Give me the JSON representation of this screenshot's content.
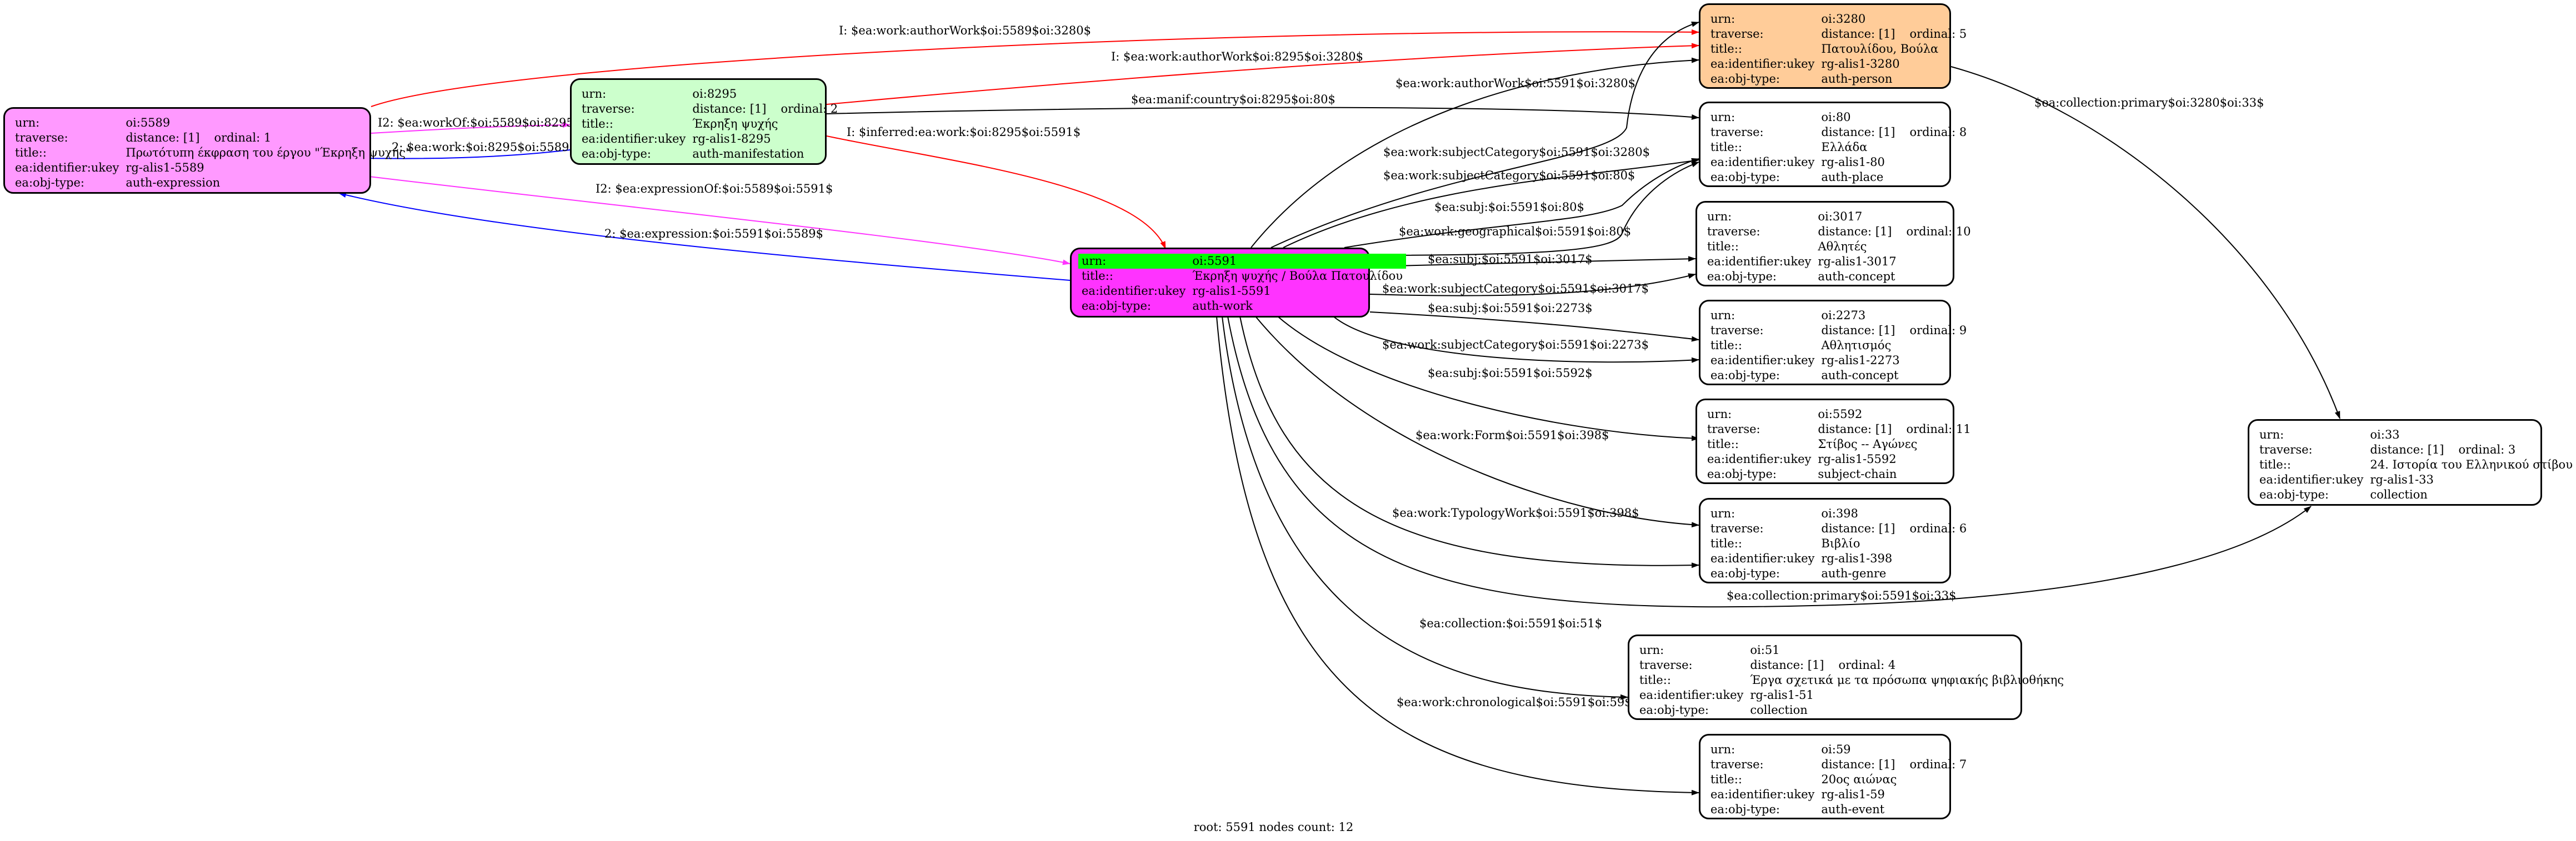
{
  "labels": {
    "urn": "urn:",
    "traverse": "traverse:",
    "title": "title::",
    "ukey": "ea:identifier:ukey",
    "objtype": "ea:obj-type:"
  },
  "colors": {
    "expression": "#ff99ff",
    "manifestation": "#ccffcc",
    "work": "#ff33ff",
    "person": "#ffcc99",
    "plain": "#ffffff",
    "highlight": "#00ff00",
    "red": "#ff0000",
    "magenta": "#ff33ff",
    "blue": "#0000ff",
    "black": "#000000"
  },
  "nodes": {
    "n5589": {
      "urn": "oi:5589",
      "distance": "distance: [1]",
      "ordinal": "ordinal: 1",
      "title": "Πρωτότυπη έκφραση του έργου \"Έκρηξη ψυχής\"",
      "ukey": "rg-alis1-5589",
      "objtype": "auth-expression"
    },
    "n8295": {
      "urn": "oi:8295",
      "distance": "distance: [1]",
      "ordinal": "ordinal: 2",
      "title": "Έκρηξη ψυχής",
      "ukey": "rg-alis1-8295",
      "objtype": "auth-manifestation"
    },
    "n5591": {
      "urn": "oi:5591",
      "title": "Έκρηξη ψυχής / Βούλα Πατουλίδου",
      "ukey": "rg-alis1-5591",
      "objtype": "auth-work"
    },
    "n3280": {
      "urn": "oi:3280",
      "distance": "distance: [1]",
      "ordinal": "ordinal: 5",
      "title": "Πατουλίδου, Βούλα",
      "ukey": "rg-alis1-3280",
      "objtype": "auth-person"
    },
    "n80": {
      "urn": "oi:80",
      "distance": "distance: [1]",
      "ordinal": "ordinal: 8",
      "title": "Ελλάδα",
      "ukey": "rg-alis1-80",
      "objtype": "auth-place"
    },
    "n3017": {
      "urn": "oi:3017",
      "distance": "distance: [1]",
      "ordinal": "ordinal: 10",
      "title": "Αθλητές",
      "ukey": "rg-alis1-3017",
      "objtype": "auth-concept"
    },
    "n2273": {
      "urn": "oi:2273",
      "distance": "distance: [1]",
      "ordinal": "ordinal: 9",
      "title": "Αθλητισμός",
      "ukey": "rg-alis1-2273",
      "objtype": "auth-concept"
    },
    "n5592": {
      "urn": "oi:5592",
      "distance": "distance: [1]",
      "ordinal": "ordinal: 11",
      "title": "Στίβος -- Αγώνες",
      "ukey": "rg-alis1-5592",
      "objtype": "subject-chain"
    },
    "n398": {
      "urn": "oi:398",
      "distance": "distance: [1]",
      "ordinal": "ordinal: 6",
      "title": "Βιβλίο",
      "ukey": "rg-alis1-398",
      "objtype": "auth-genre"
    },
    "n51": {
      "urn": "oi:51",
      "distance": "distance: [1]",
      "ordinal": "ordinal: 4",
      "title": "Έργα σχετικά με τα πρόσωπα ψηφιακής βιβλιοθήκης",
      "ukey": "rg-alis1-51",
      "objtype": "collection"
    },
    "n59": {
      "urn": "oi:59",
      "distance": "distance: [1]",
      "ordinal": "ordinal: 7",
      "title": "20ος αιώνας",
      "ukey": "rg-alis1-59",
      "objtype": "auth-event"
    },
    "n33": {
      "urn": "oi:33",
      "distance": "distance: [1]",
      "ordinal": "ordinal: 3",
      "title": "24. Ιστορία του Ελληνικού στίβου",
      "ukey": "rg-alis1-33",
      "objtype": "collection"
    }
  },
  "edges": {
    "e1": "I: $ea:work:authorWork$oi:5589$oi:3280$",
    "e2": "I: $ea:work:authorWork$oi:8295$oi:3280$",
    "e3": "I2: $ea:workOf:$oi:5589$oi:8295$",
    "e4": "2: $ea:work:$oi:8295$oi:5589$",
    "e5": "I: $inferred:ea:work:$oi:8295$oi:5591$",
    "e6": "$ea:manif:country$oi:8295$oi:80$",
    "e7": "I2: $ea:expressionOf:$oi:5589$oi:5591$",
    "e8": "2: $ea:expression:$oi:5591$oi:5589$",
    "e9": "$ea:work:authorWork$oi:5591$oi:3280$",
    "e10": "$ea:work:subjectCategory$oi:5591$oi:3280$",
    "e11": "$ea:work:subjectCategory$oi:5591$oi:80$",
    "e12": "$ea:subj:$oi:5591$oi:80$",
    "e13": "$ea:work:geographical$oi:5591$oi:80$",
    "e14": "$ea:subj:$oi:5591$oi:3017$",
    "e15": "$ea:work:subjectCategory$oi:5591$oi:3017$",
    "e16": "$ea:subj:$oi:5591$oi:2273$",
    "e17": "$ea:work:subjectCategory$oi:5591$oi:2273$",
    "e18": "$ea:subj:$oi:5591$oi:5592$",
    "e19": "$ea:work:Form$oi:5591$oi:398$",
    "e20": "$ea:work:TypologyWork$oi:5591$oi:398$",
    "e21": "$ea:collection:primary$oi:5591$oi:33$",
    "e22": "$ea:collection:$oi:5591$oi:51$",
    "e23": "$ea:work:chronological$oi:5591$oi:59$",
    "e24": "$ea:collection:primary$oi:3280$oi:33$"
  },
  "footer": "root: 5591 nodes count: 12"
}
